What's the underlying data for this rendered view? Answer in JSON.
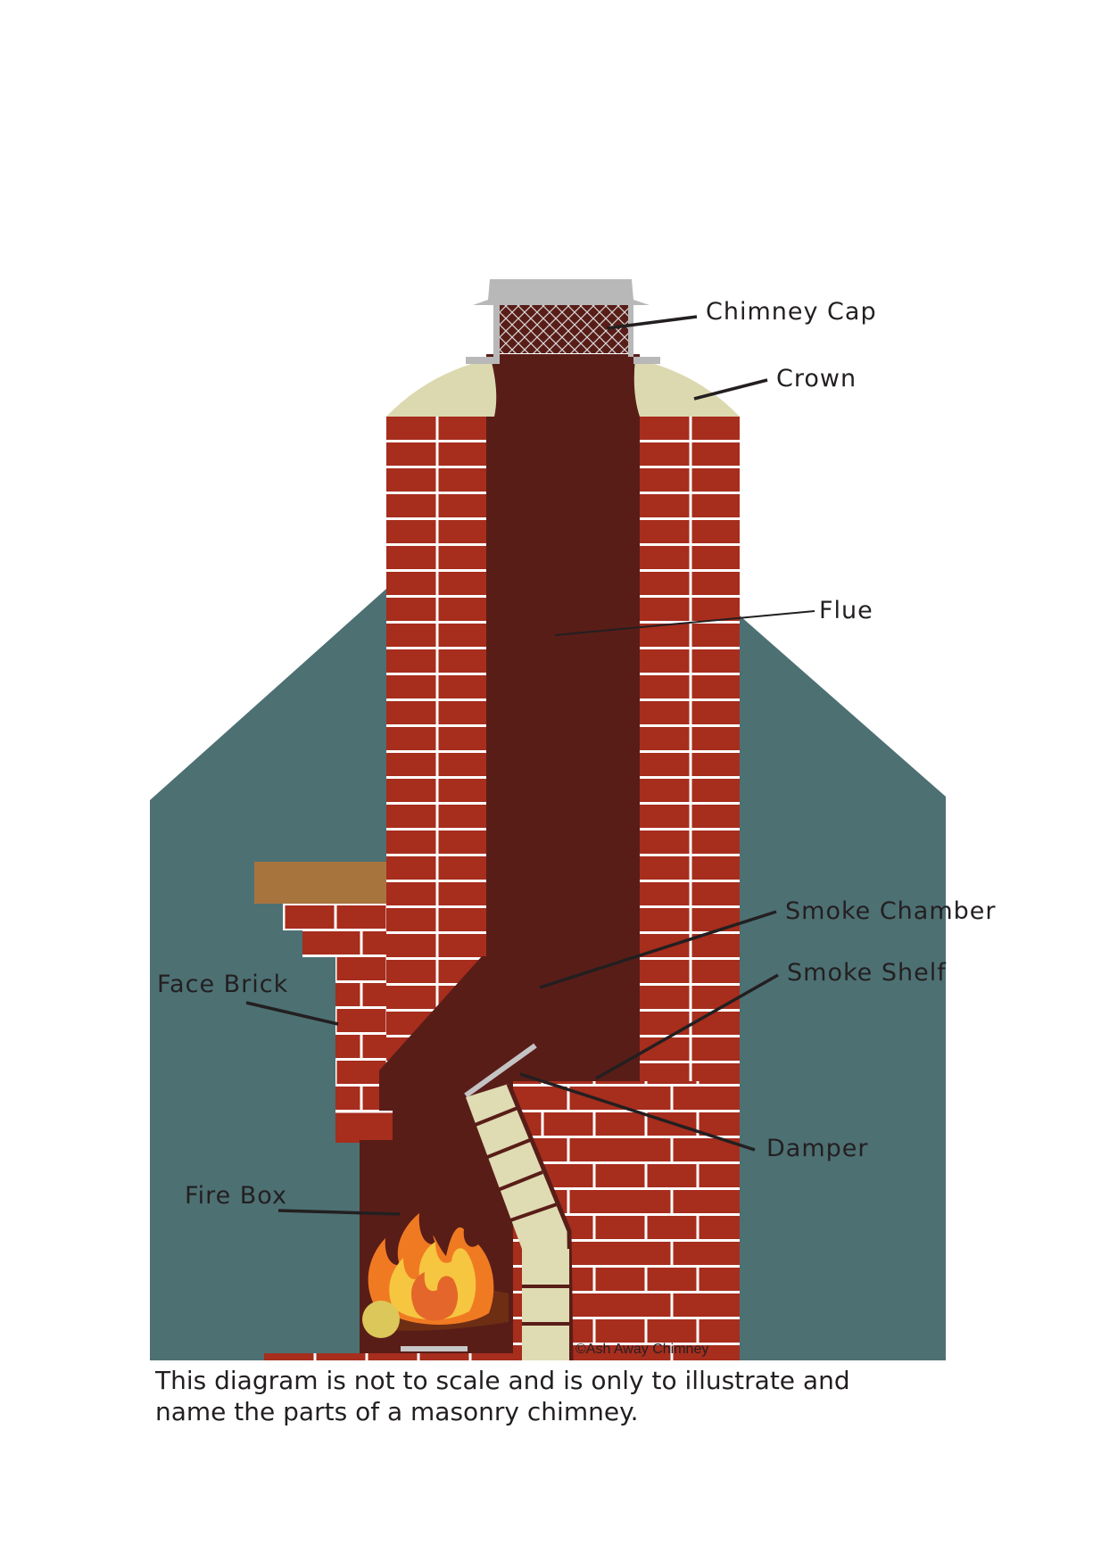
{
  "labels": {
    "chimney_cap": "Chimney Cap",
    "crown": "Crown",
    "flue": "Flue",
    "smoke_chamber": "Smoke Chamber",
    "smoke_shelf": "Smoke Shelf",
    "face_brick": "Face Brick",
    "damper": "Damper",
    "fire_box": "Fire Box"
  },
  "copyright": "©Ash Away Chimney",
  "caption": {
    "line1": "This diagram is not to scale and is only to illustrate and",
    "line2": "name the parts of a masonry chimney."
  },
  "colors": {
    "house": "#4d7073",
    "brick": "#a72d1d",
    "mortar": "#ffffff",
    "flue": "#591d18",
    "crown": "#dcd9b0",
    "cap_metal": "#b8b8b8",
    "firebrick": "#dfdbb3",
    "mantel": "#a8743e",
    "flame_outer": "#f07a22",
    "flame_inner": "#f6c640",
    "log_end": "#dcc75a"
  }
}
